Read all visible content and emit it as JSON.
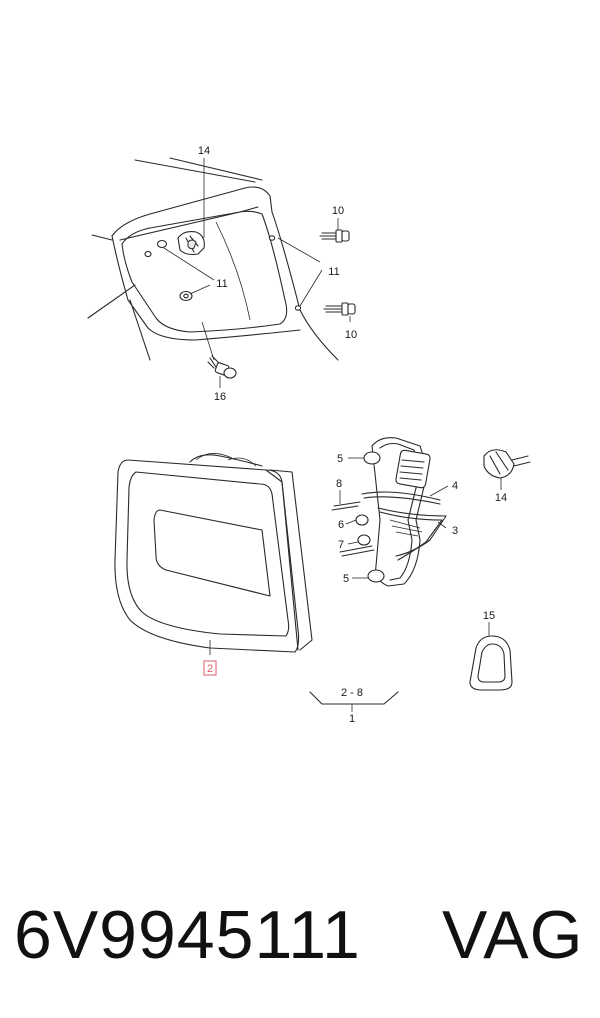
{
  "callouts": {
    "c14_top": "14",
    "c10_top": "10",
    "c11_right": "11",
    "c11_left": "11",
    "c10_bottom": "10",
    "c16": "16",
    "c5_top": "5",
    "c4": "4",
    "c8": "8",
    "c6": "6",
    "c3": "3",
    "c7": "7",
    "c5_bottom": "5",
    "c14_right": "14",
    "c15": "15",
    "c2": "2",
    "c2_8": "2 - 8",
    "c1": "1"
  },
  "footer": {
    "part_number": "6V9945111",
    "brand": "VAG"
  },
  "colors": {
    "line": "#2a2a2a",
    "highlight": "#e05a6a"
  }
}
